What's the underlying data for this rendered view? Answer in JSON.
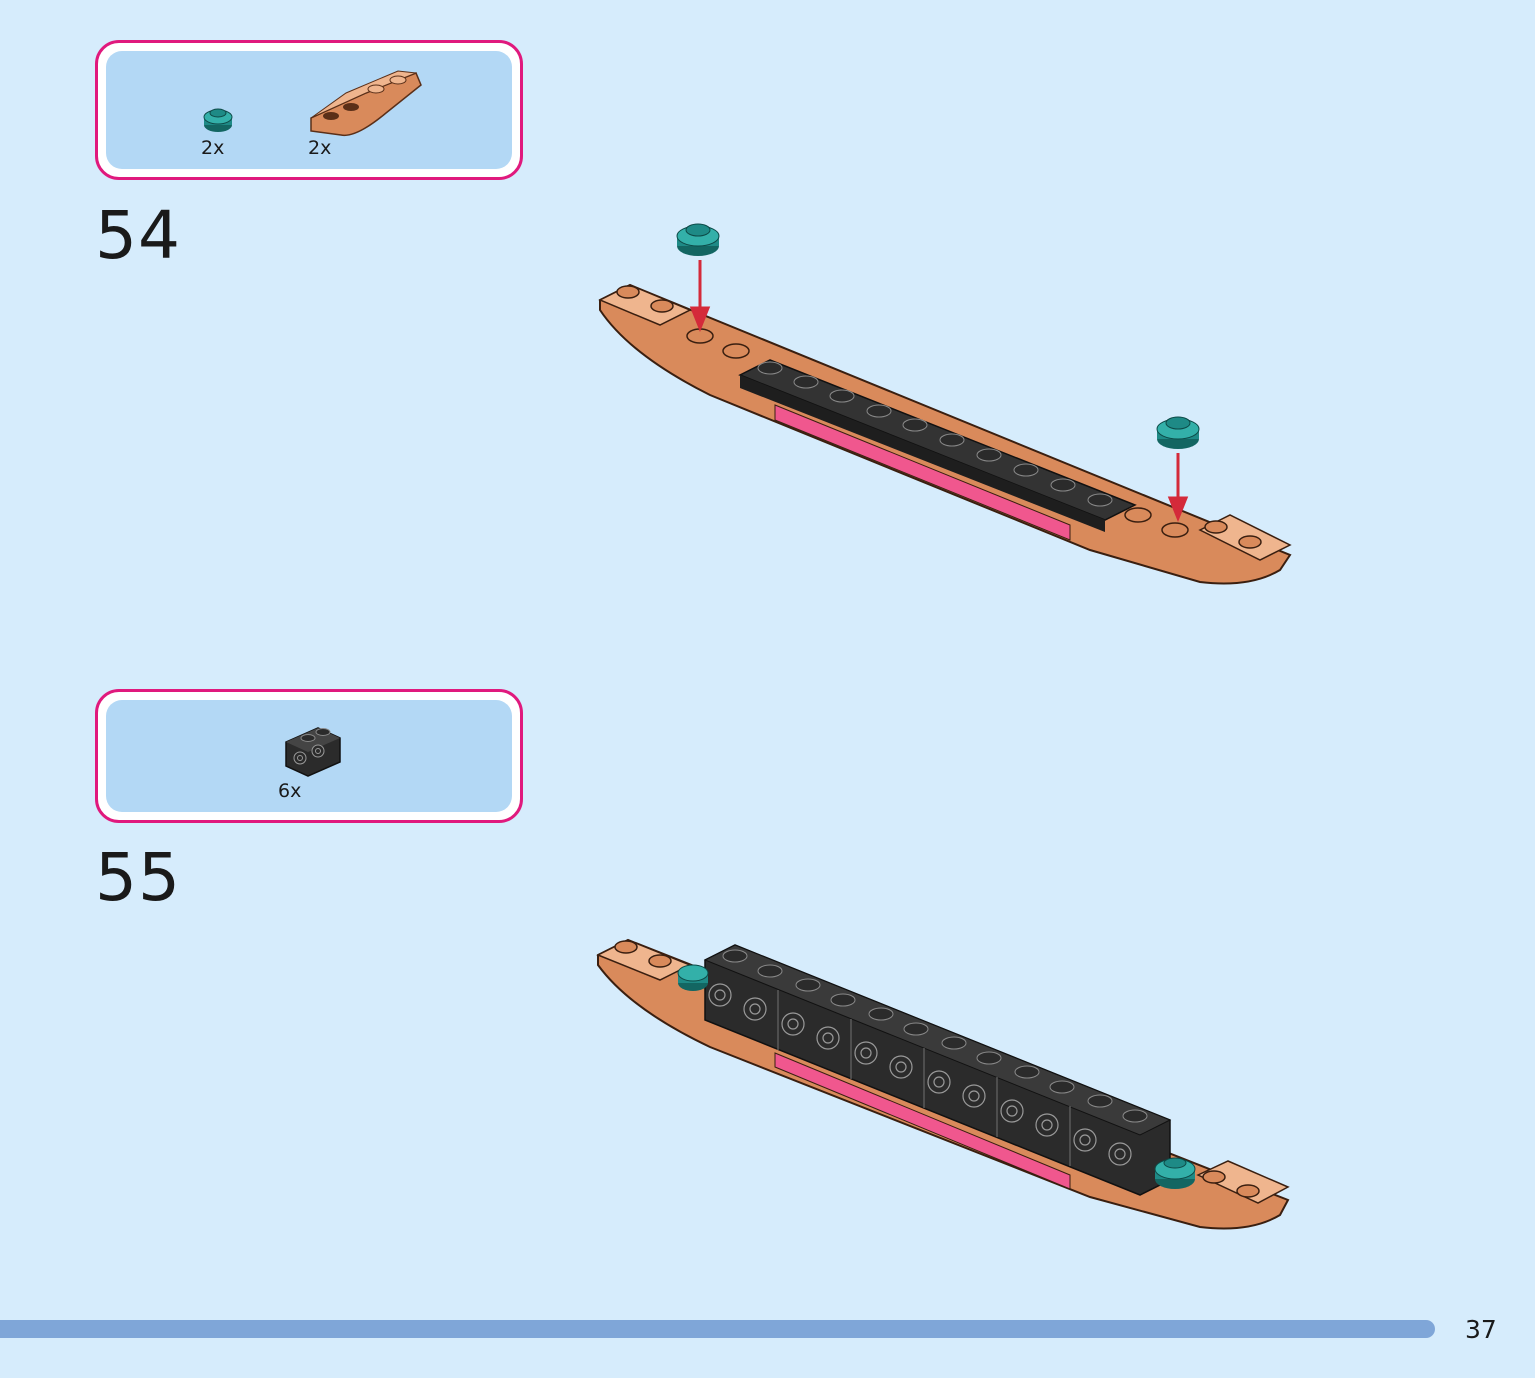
{
  "steps": [
    {
      "number": "54",
      "parts": [
        {
          "icon": "teal-round-plate-icon",
          "qty": "2x"
        },
        {
          "icon": "nougat-curved-slope-icon",
          "qty": "2x"
        }
      ]
    },
    {
      "number": "55",
      "parts": [
        {
          "icon": "black-brick-with-side-studs-icon",
          "qty": "6x"
        }
      ]
    }
  ],
  "page_number": "37",
  "colors": {
    "background": "#d6ecfc",
    "parts_border": "#e0197d",
    "parts_fill": "#b3d8f5",
    "nougat": "#d98a5b",
    "black": "#2b2b2b",
    "teal": "#1e8a86",
    "pink": "#f0578e",
    "arrow": "#d42a3a",
    "bottom_bar": "#7fa6d8"
  }
}
